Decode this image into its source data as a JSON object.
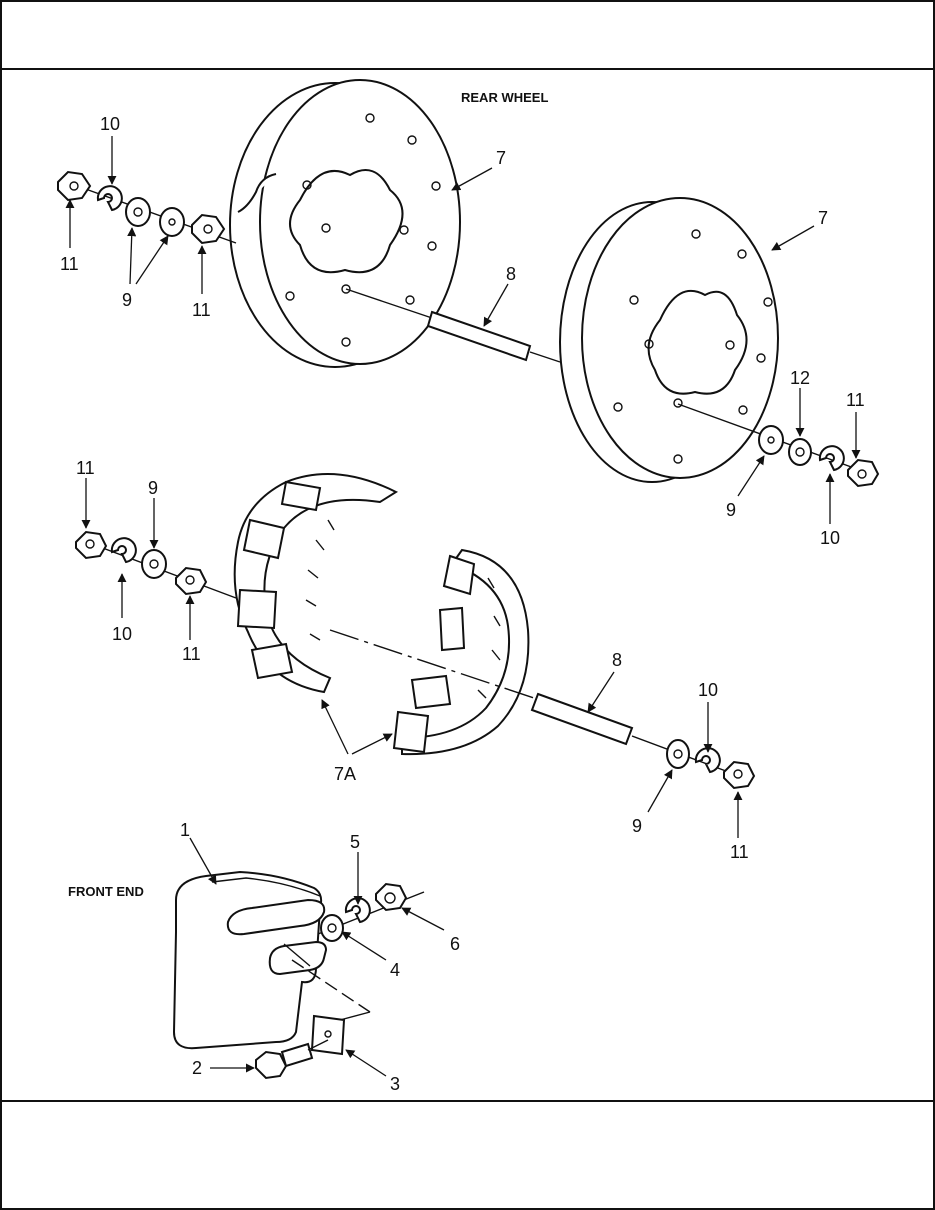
{
  "sections": {
    "rear_wheel": "REAR WHEEL",
    "front_end": "FRONT END"
  },
  "callouts": {
    "rw_10": "10",
    "rw_11_left": "11",
    "rw_9": "9",
    "rw_11_mid": "11",
    "rw_7_left": "7",
    "rw_7_right": "7",
    "rw_8": "8",
    "rw_12": "12",
    "rw_11_right": "11",
    "rw_9_right": "9",
    "rw_10_right": "10",
    "m_11_top": "11",
    "m_9_top": "9",
    "m_10": "10",
    "m_11_bottom": "11",
    "m_8": "8",
    "m_10_right": "10",
    "m_9_right": "9",
    "m_11_right": "11",
    "m_7a": "7A",
    "f_1": "1",
    "f_5": "5",
    "f_4": "4",
    "f_6": "6",
    "f_2": "2",
    "f_3": "3"
  }
}
